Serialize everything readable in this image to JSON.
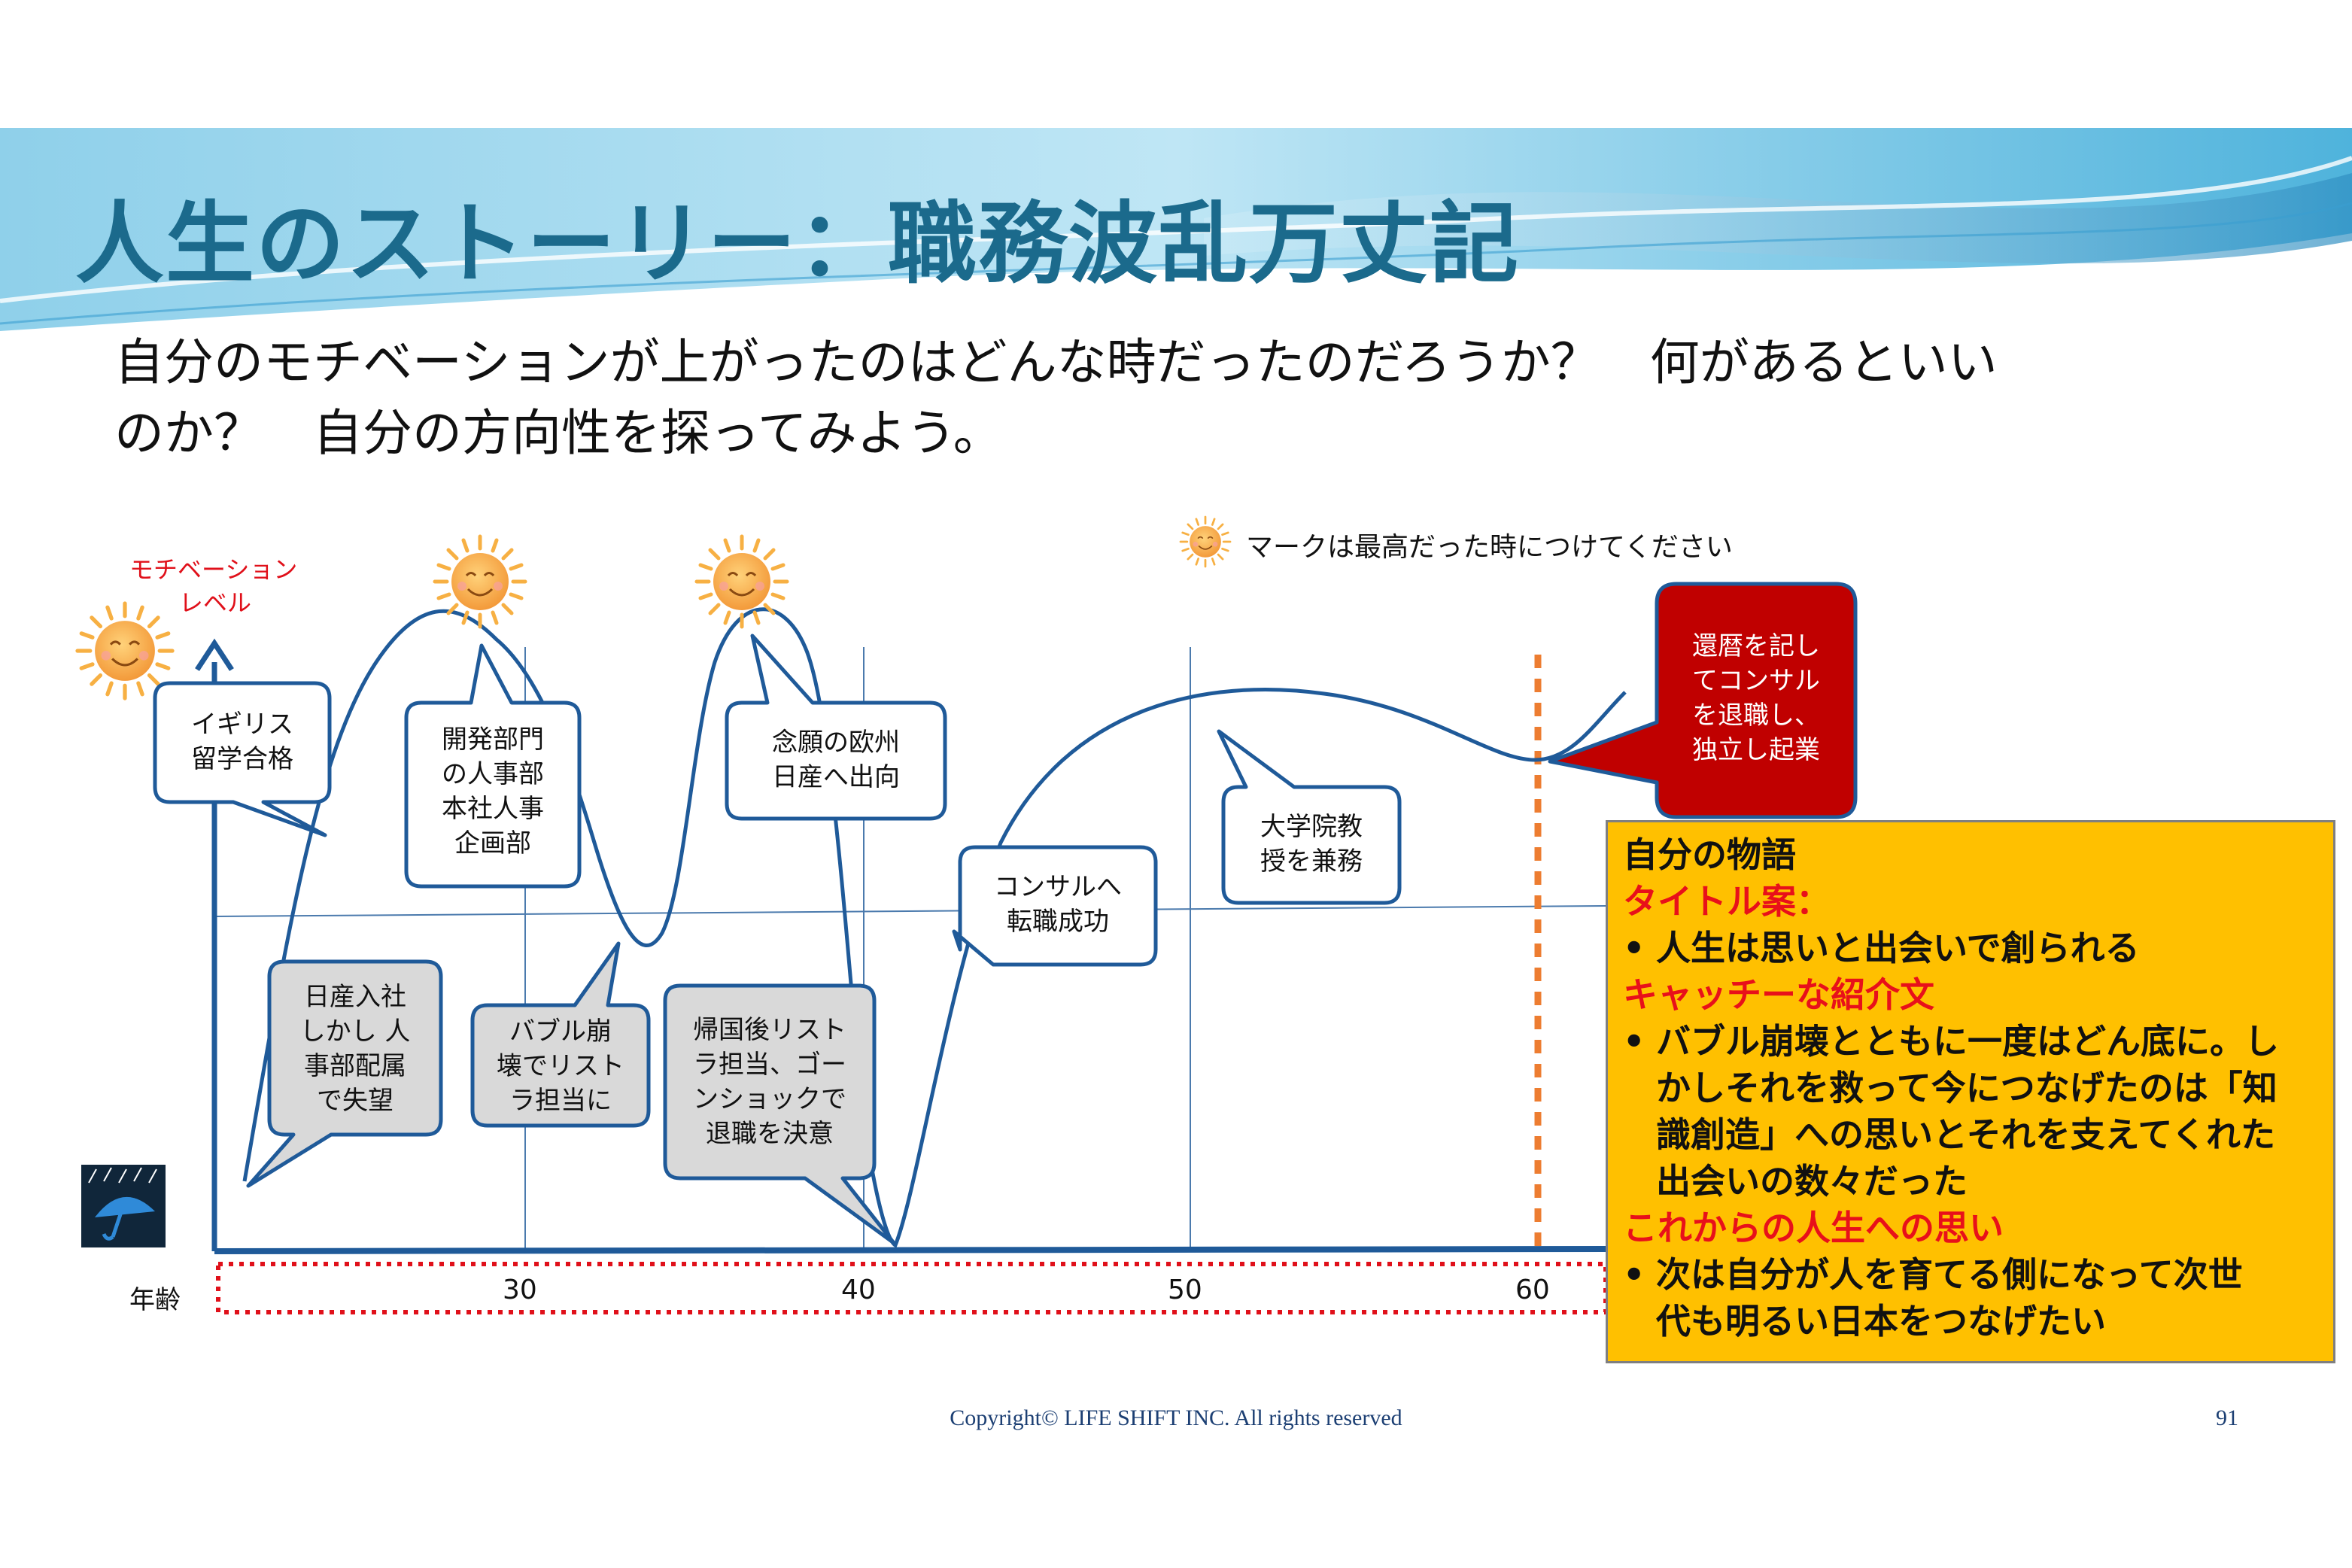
{
  "slide": {
    "title": "人生のストーリー：職務波乱万丈記",
    "subtitle_line1": "自分のモチベーションが上がったのはどんな時だったのだろうか？　何があるといい",
    "subtitle_line2": "のか？　自分の方向性を探ってみよう。",
    "sun_legend": "マークは最高だった時につけてください",
    "copyright": "Copyright© LIFE SHIFT INC. All rights reserved",
    "page_number": "91"
  },
  "axes": {
    "y_label_line1": "モチベーション",
    "y_label_line2": "レベル",
    "x_label": "年齢",
    "ticks": [
      "30",
      "40",
      "50",
      "60"
    ]
  },
  "events": {
    "england": [
      "イギリス",
      "留学合格"
    ],
    "development": [
      "開発部門",
      "の人事部",
      "本社人事",
      "企画部"
    ],
    "europe": [
      "念願の欧州",
      "日産へ出向"
    ],
    "consul": [
      "コンサルへ",
      "転職成功"
    ],
    "professor": [
      "大学院教",
      "授を兼務"
    ],
    "retire": [
      "還暦を記し",
      "てコンサル",
      "を退職し、",
      "独立し起業"
    ],
    "nissan": [
      "日産入社",
      "しかし 人",
      "事部配属",
      "で失望"
    ],
    "bubble": [
      "バブル崩",
      "壊でリスト",
      "ラ担当に"
    ],
    "return": [
      "帰国後リスト",
      "ラ担当、ゴー",
      "ンショックで",
      "退職を決意"
    ]
  },
  "story": {
    "heading": "自分の物語",
    "title_label": "タイトル案：",
    "title_bullet": "人生は思いと出会いで創られる",
    "catch_label": "キャッチーな紹介文",
    "catch_bullet": "バブル崩壊とともに一度はどん底に。し\nかしそれを救って今につなげたのは「知\n識創造」への思いとそれを支えてくれた\n出会いの数々だった",
    "future_label": "これからの人生への思い",
    "future_bullet": "次は自分が人を育てる側になって次世\n代も明るい日本をつなげたい",
    "bullet_char": "•"
  },
  "colors": {
    "title": "#1b6a8c",
    "curve": "#1f5a99",
    "red_box": "#c00000",
    "story_bg": "#ffc000",
    "highlight_red": "#e8101a",
    "dotted_orange": "#ed7d31"
  }
}
